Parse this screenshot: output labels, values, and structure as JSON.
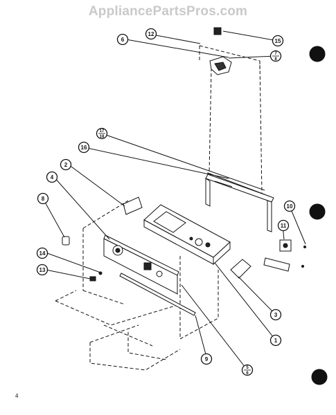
{
  "watermark": "AppliancePartsPros.com",
  "page_number": "4",
  "callouts": {
    "c1": "1",
    "c2": "2",
    "c3": "3",
    "c4": "4",
    "c5a": "5",
    "c5b": "6",
    "c6": "6",
    "c7a": "7",
    "c7b": "8",
    "c8": "8",
    "c9": "9",
    "c10": "10",
    "c11": "11",
    "c12": "12",
    "c13": "13",
    "c14": "14",
    "c15": "15",
    "c16": "16",
    "c17a": "17",
    "c17b": "18"
  },
  "colors": {
    "ink": "#111111",
    "watermark": "#c9c9c9",
    "background": "#ffffff"
  }
}
